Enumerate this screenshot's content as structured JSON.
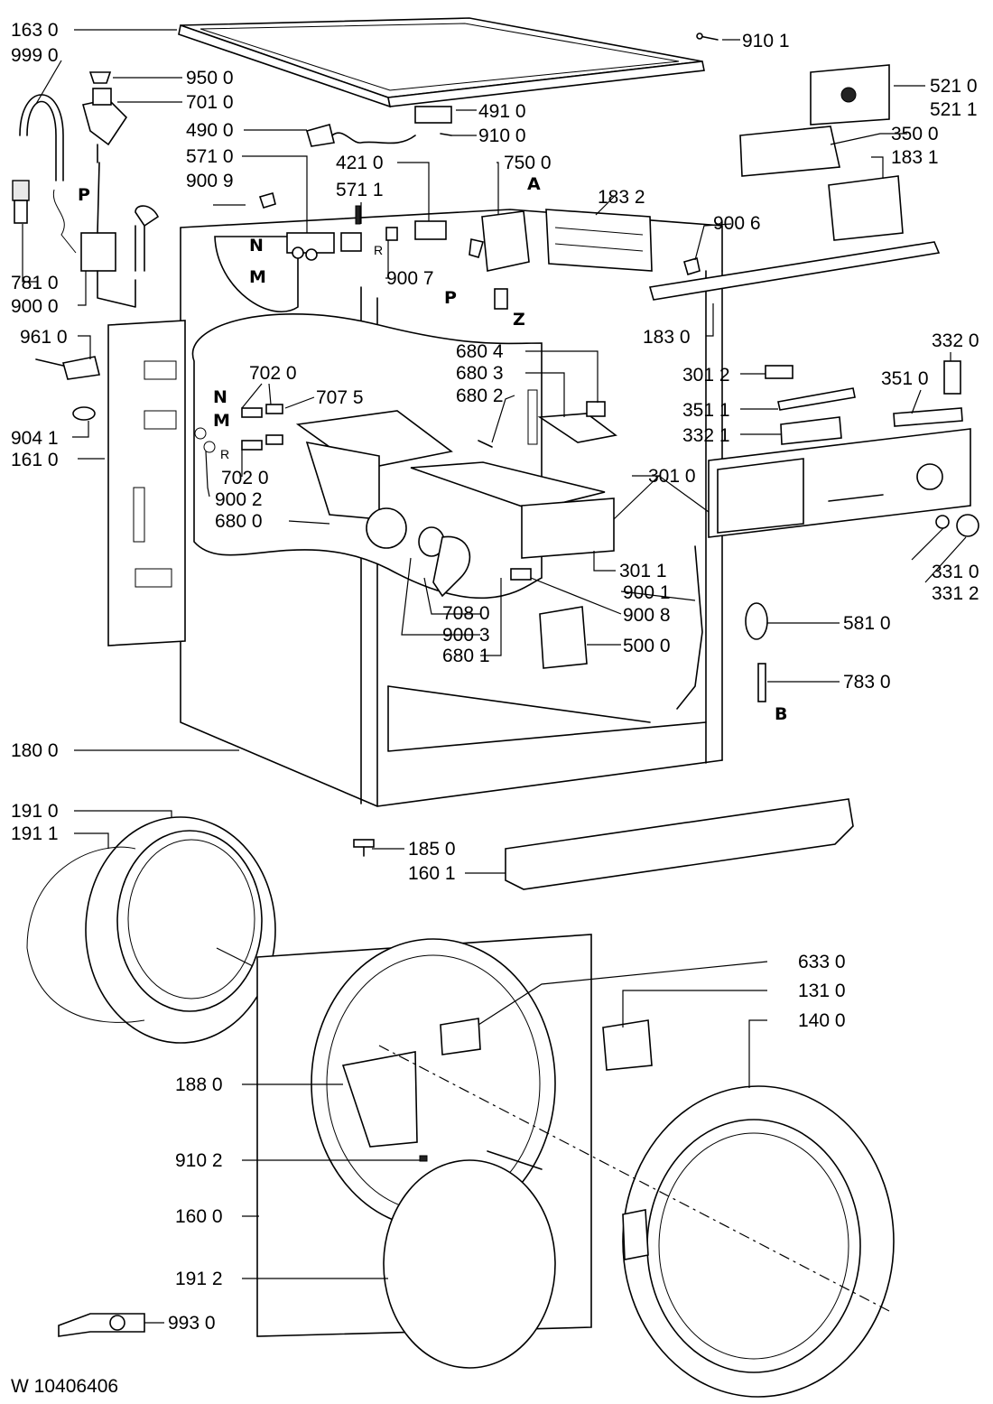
{
  "document_id": "W 10406406",
  "callouts": [
    {
      "id": "l1630",
      "text": "163 0"
    },
    {
      "id": "l9990",
      "text": "999 0"
    },
    {
      "id": "l9500",
      "text": "950 0"
    },
    {
      "id": "l7010",
      "text": "701 0"
    },
    {
      "id": "l4900",
      "text": "490 0"
    },
    {
      "id": "l5710",
      "text": "571 0"
    },
    {
      "id": "l9009",
      "text": "900 9"
    },
    {
      "id": "l7810",
      "text": "781 0"
    },
    {
      "id": "l9000",
      "text": "900 0"
    },
    {
      "id": "l9101",
      "text": "910 1"
    },
    {
      "id": "l4910",
      "text": "491 0"
    },
    {
      "id": "l9100",
      "text": "910 0"
    },
    {
      "id": "l4210",
      "text": "421 0"
    },
    {
      "id": "l5711",
      "text": "571 1"
    },
    {
      "id": "l7500",
      "text": "750 0"
    },
    {
      "id": "l9007",
      "text": "900 7"
    },
    {
      "id": "l5210",
      "text": "521 0"
    },
    {
      "id": "l5211",
      "text": "521 1"
    },
    {
      "id": "l3500",
      "text": "350 0"
    },
    {
      "id": "l1831",
      "text": "183 1"
    },
    {
      "id": "l1832",
      "text": "183 2"
    },
    {
      "id": "l9006",
      "text": "900 6"
    },
    {
      "id": "l1830",
      "text": "183 0"
    },
    {
      "id": "l9610",
      "text": "961 0"
    },
    {
      "id": "l9041",
      "text": "904 1"
    },
    {
      "id": "l1610",
      "text": "161 0"
    },
    {
      "id": "l7020a",
      "text": "702 0"
    },
    {
      "id": "l7075",
      "text": "707 5"
    },
    {
      "id": "l7020b",
      "text": "702 0"
    },
    {
      "id": "l9002",
      "text": "900 2"
    },
    {
      "id": "l6800",
      "text": "680 0"
    },
    {
      "id": "l6804",
      "text": "680 4"
    },
    {
      "id": "l6803",
      "text": "680 3"
    },
    {
      "id": "l6802",
      "text": "680 2"
    },
    {
      "id": "l3012",
      "text": "301 2"
    },
    {
      "id": "l3511",
      "text": "351 1"
    },
    {
      "id": "l3321",
      "text": "332 1"
    },
    {
      "id": "l3320",
      "text": "332 0"
    },
    {
      "id": "l3510",
      "text": "351 0"
    },
    {
      "id": "l3010",
      "text": "301 0"
    },
    {
      "id": "l3011",
      "text": "301 1"
    },
    {
      "id": "l9001",
      "text": "900 1"
    },
    {
      "id": "l9008",
      "text": "900 8"
    },
    {
      "id": "l7080",
      "text": "708 0"
    },
    {
      "id": "l9003",
      "text": "900 3"
    },
    {
      "id": "l6801",
      "text": "680 1"
    },
    {
      "id": "l5000",
      "text": "500 0"
    },
    {
      "id": "l3310",
      "text": "331 0"
    },
    {
      "id": "l3312",
      "text": "331 2"
    },
    {
      "id": "l5810",
      "text": "581 0"
    },
    {
      "id": "l7830",
      "text": "783 0"
    },
    {
      "id": "l1800",
      "text": "180 0"
    },
    {
      "id": "l1910",
      "text": "191 0"
    },
    {
      "id": "l1911",
      "text": "191 1"
    },
    {
      "id": "l1850",
      "text": "185 0"
    },
    {
      "id": "l1601",
      "text": "160 1"
    },
    {
      "id": "l6330",
      "text": "633 0"
    },
    {
      "id": "l1310",
      "text": "131 0"
    },
    {
      "id": "l1400",
      "text": "140 0"
    },
    {
      "id": "l1880",
      "text": "188 0"
    },
    {
      "id": "l9102",
      "text": "910 2"
    },
    {
      "id": "l1600",
      "text": "160 0"
    },
    {
      "id": "l1912",
      "text": "191 2"
    },
    {
      "id": "l9930",
      "text": "993 0"
    }
  ],
  "markers": {
    "p1": "P",
    "n1": "N",
    "m1": "M",
    "r1": "R",
    "a1": "A",
    "p2": "P",
    "z1": "Z",
    "n2": "N",
    "m2": "M",
    "r2": "R",
    "b1": "B"
  }
}
